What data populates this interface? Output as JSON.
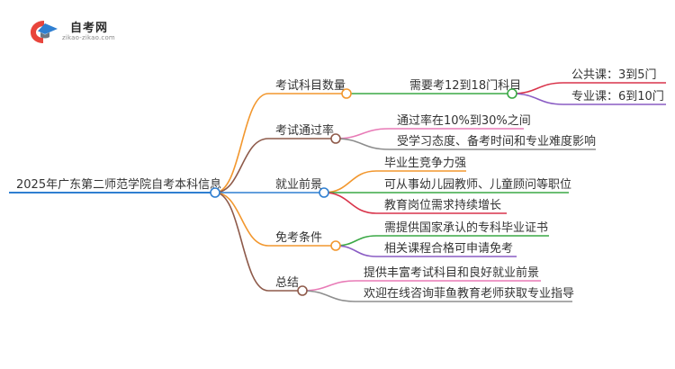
{
  "logo": {
    "name": "自考网",
    "url": "zikao-zikao.com",
    "colors": {
      "red": "#e8453c",
      "blue": "#2f7fd1",
      "gray": "#6b7784"
    }
  },
  "mindmap": {
    "root": "2025年广东第二师范学院自考本科信息",
    "branches": [
      {
        "label": "考试科目数量",
        "color": "#f2972e",
        "children": [
          {
            "label": "需要考12到18门科目",
            "color": "#3aa845",
            "children": [
              {
                "label": "公共课：3到5门",
                "color": "#d9344b"
              },
              {
                "label": "专业课：6到10门",
                "color": "#8a5cc4"
              }
            ]
          }
        ]
      },
      {
        "label": "考试通过率",
        "color": "#8e5a4a",
        "children": [
          {
            "label": "通过率在10%到30%之间",
            "color": "#e87ab6"
          },
          {
            "label": "受学习态度、备考时间和专业难度影响",
            "color": "#8d8d8d"
          }
        ]
      },
      {
        "label": "就业前景",
        "color": "#2f7fd1",
        "children": [
          {
            "label": "毕业生竞争力强",
            "color": "#f2972e"
          },
          {
            "label": "可从事幼儿园教师、儿童顾问等职位",
            "color": "#3aa845"
          },
          {
            "label": "教育岗位需求持续增长",
            "color": "#d9344b"
          }
        ]
      },
      {
        "label": "免考条件",
        "color": "#f2972e",
        "children": [
          {
            "label": "需提供国家承认的专科毕业证书",
            "color": "#3aa845"
          },
          {
            "label": "相关课程合格可申请免考",
            "color": "#8a5cc4"
          }
        ]
      },
      {
        "label": "总结",
        "color": "#8e5a4a",
        "children": [
          {
            "label": "提供丰富考试科目和良好就业前景",
            "color": "#e87ab6"
          },
          {
            "label": "欢迎在线咨询菲鱼教育老师获取专业指导",
            "color": "#8d8d8d"
          }
        ]
      }
    ]
  }
}
